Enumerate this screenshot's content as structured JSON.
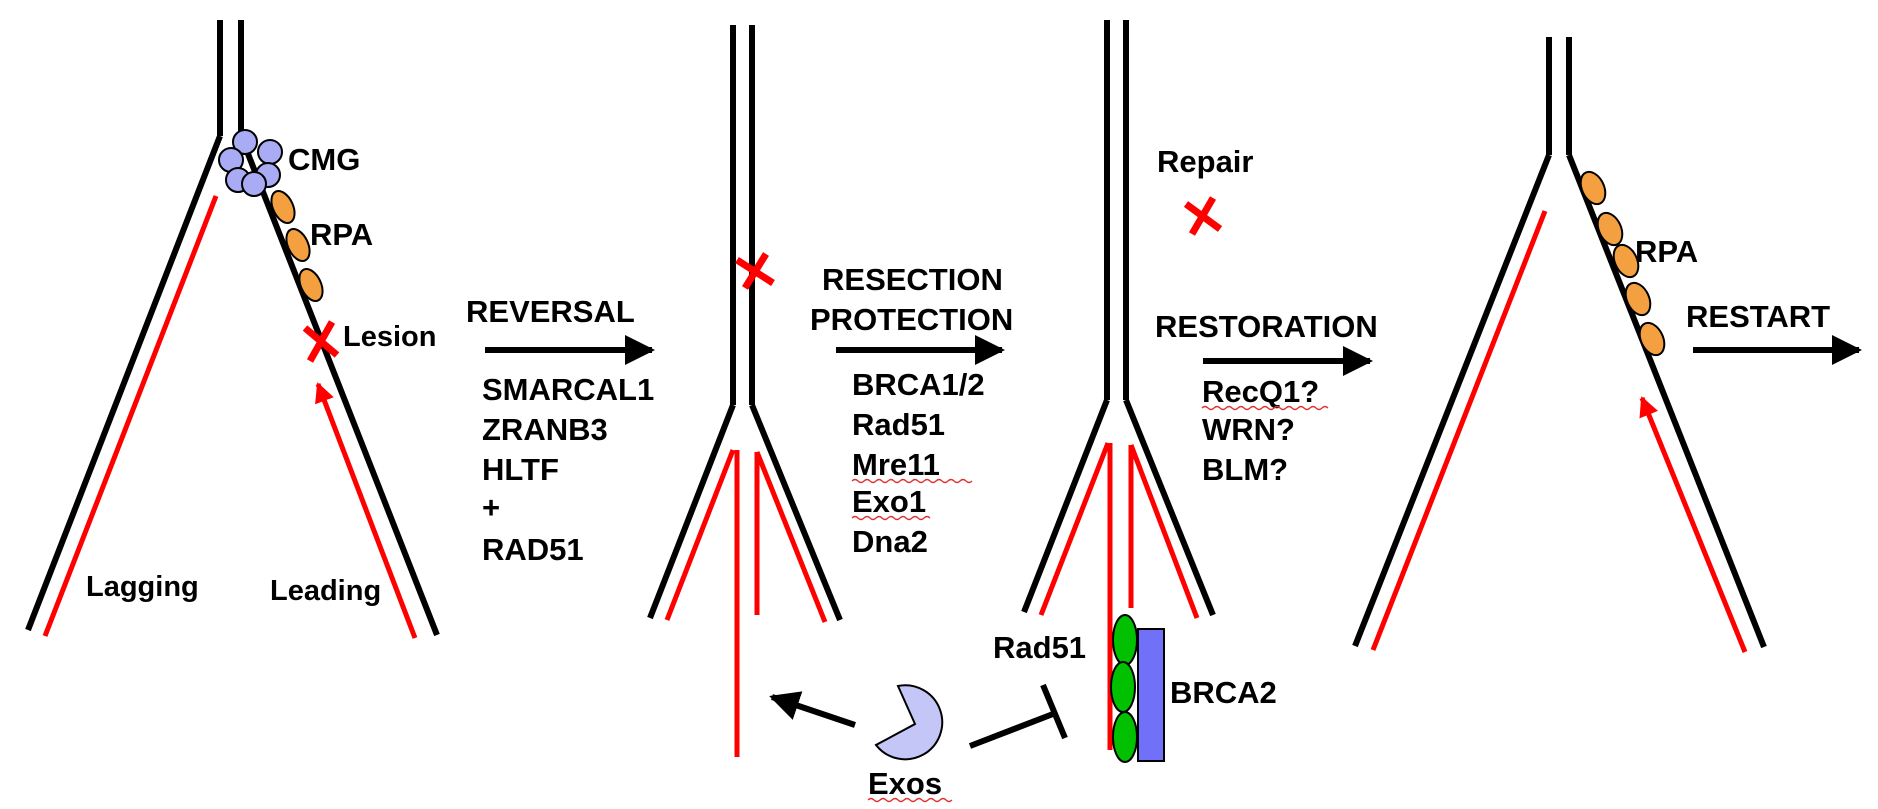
{
  "colors": {
    "strand": "#000000",
    "new_strand": "#ff0000",
    "lesion": "#ff0000",
    "cmg": "#a9abf5",
    "rpa": "#f5a040",
    "rad51": "#00c000",
    "brca2": "#7070f8",
    "exos": "#c4c6f7"
  },
  "panel1": {
    "cmg_label": "CMG",
    "rpa_label": "RPA",
    "lesion_label": "Lesion",
    "lagging_label": "Lagging",
    "leading_label": "Leading"
  },
  "step1": {
    "title": "REVERSAL",
    "factors": [
      "SMARCAL1",
      "ZRANB3",
      "HLTF",
      "+",
      "RAD51"
    ]
  },
  "step2": {
    "title_line1": "RESECTION",
    "title_line2": "PROTECTION",
    "factors": [
      "BRCA1/2",
      "Rad51",
      "Mre11",
      "Exo1",
      "Dna2"
    ]
  },
  "panel3": {
    "repair_label": "Repair",
    "rad51_label": "Rad51",
    "brca2_label": "BRCA2",
    "exos_label": "Exos"
  },
  "step3": {
    "title": "RESTORATION",
    "factors": [
      "RecQ1?",
      "WRN?",
      "BLM?"
    ]
  },
  "panel4": {
    "rpa_label": "RPA"
  },
  "step4": {
    "title": "RESTART"
  }
}
